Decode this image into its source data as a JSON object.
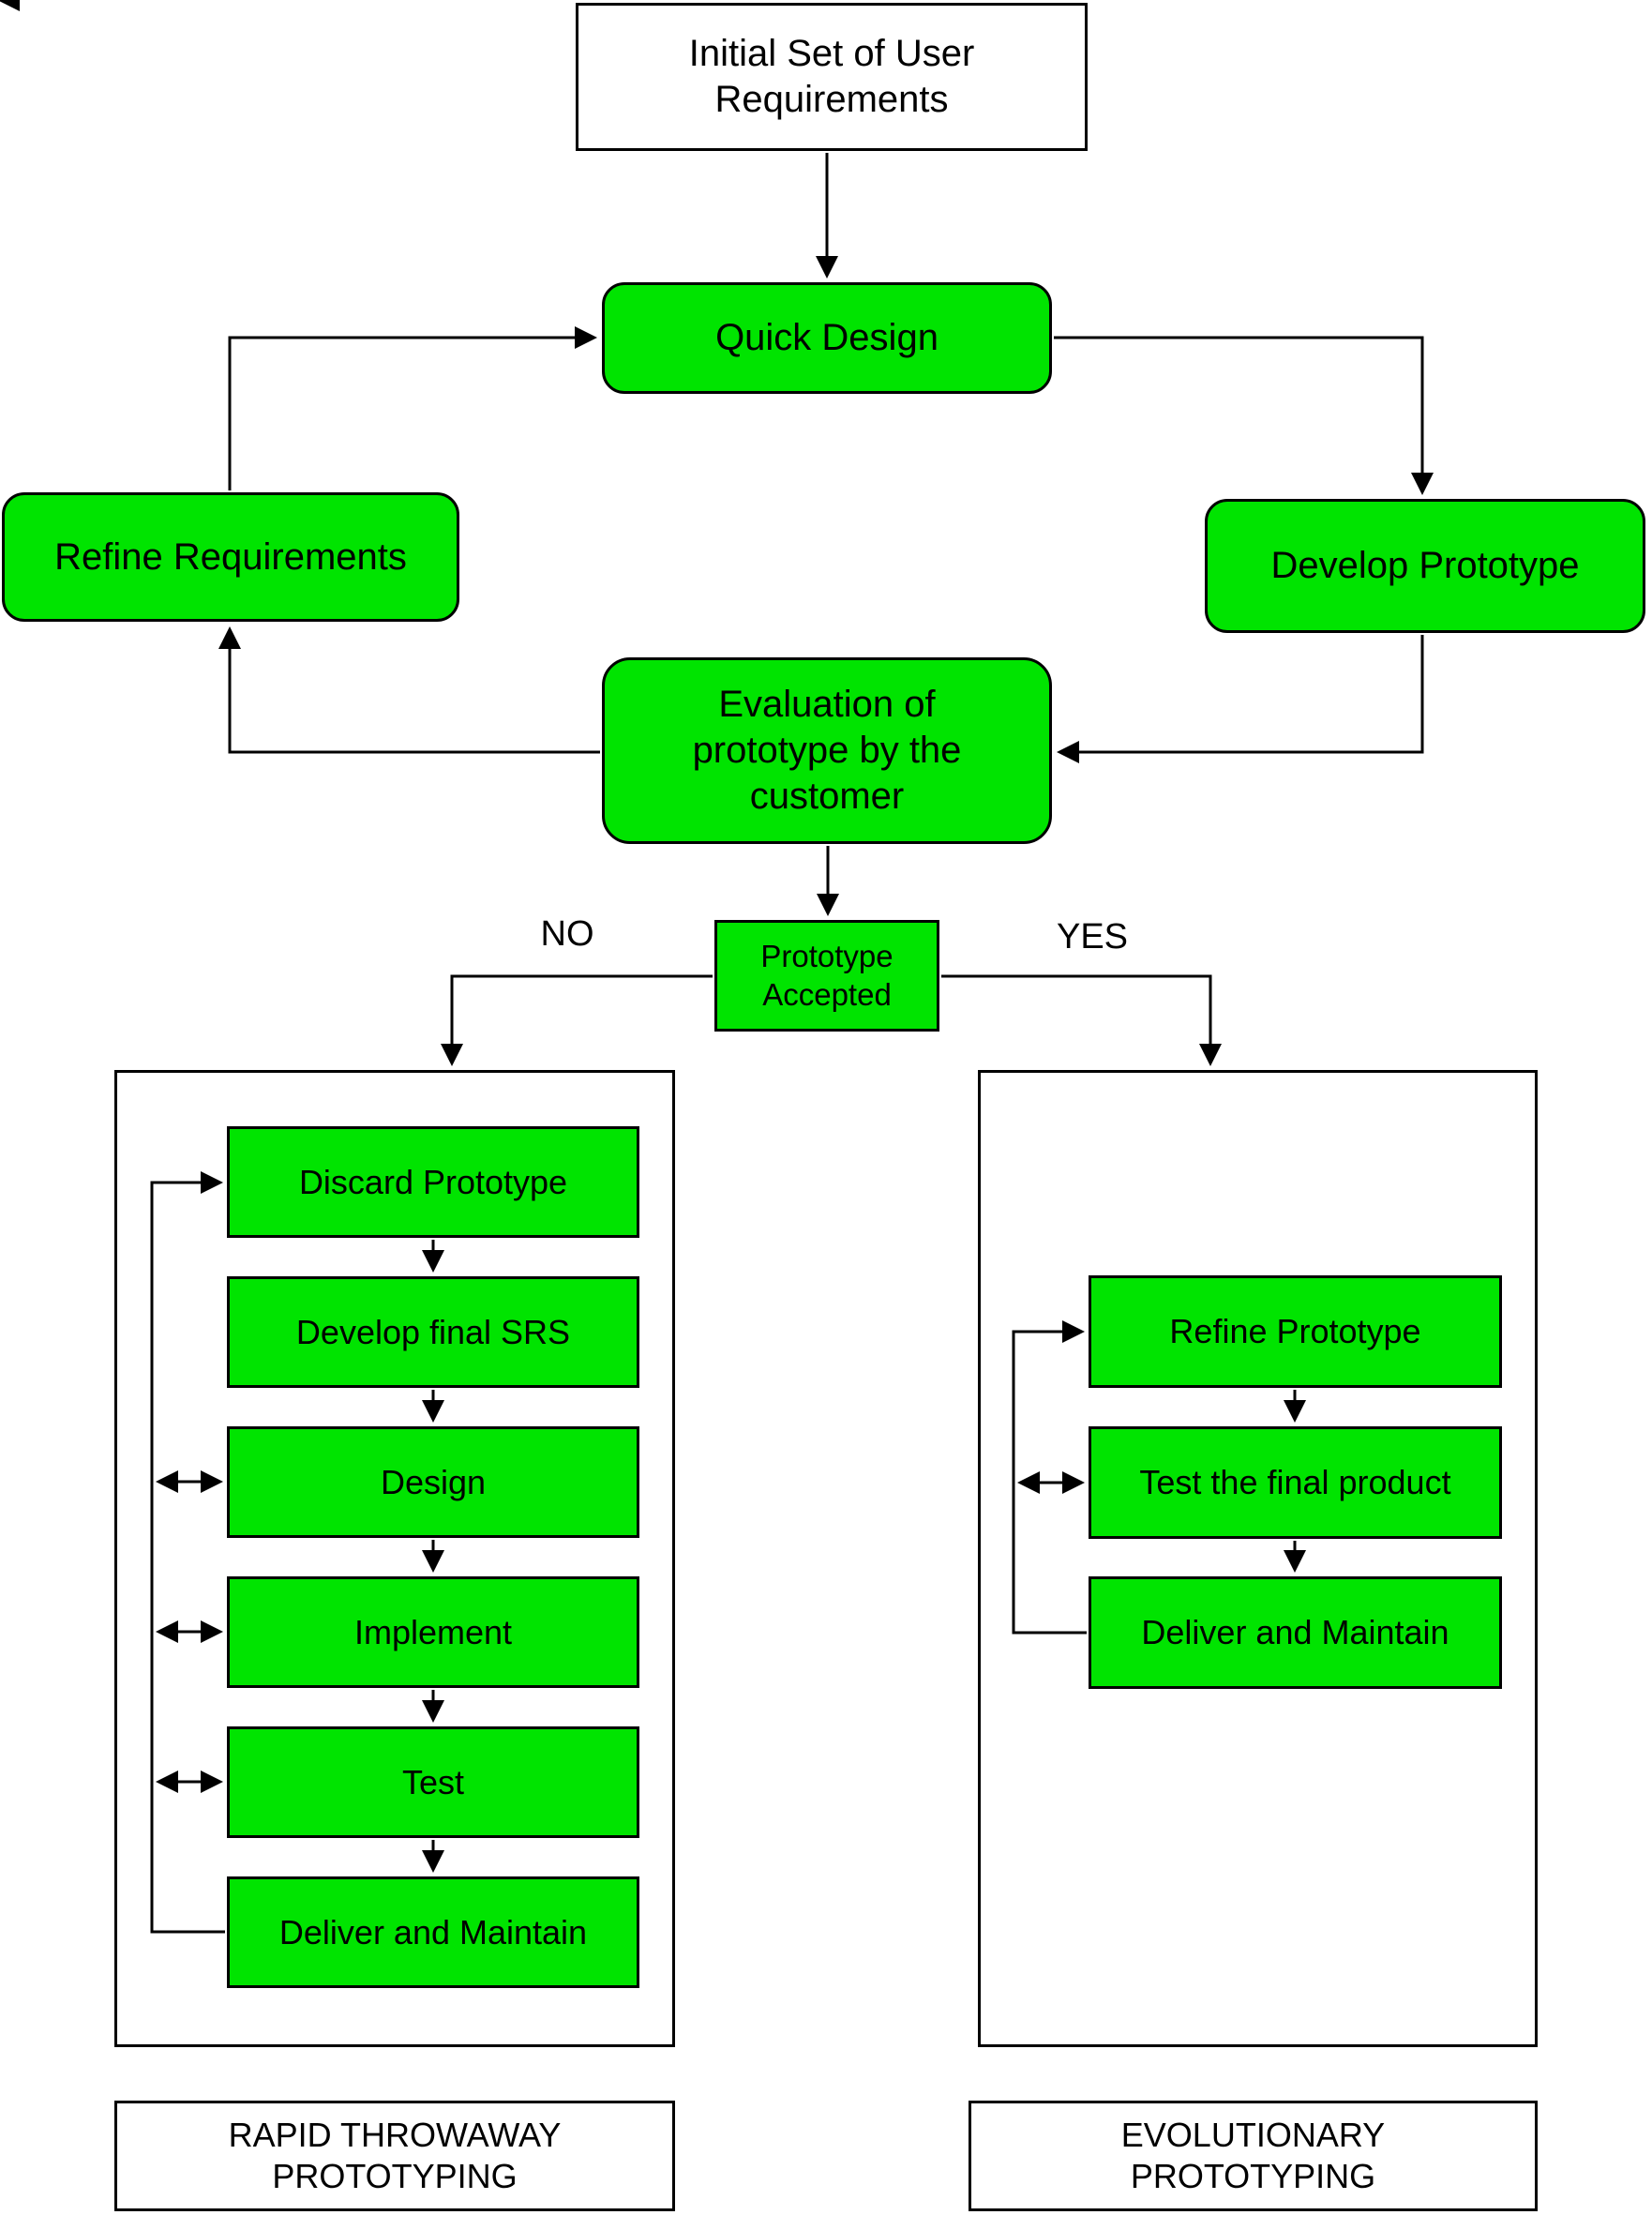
{
  "diagram": {
    "initial_box": "Initial Set of User Requirements",
    "quick_design": "Quick Design",
    "refine_requirements": "Refine Requirements",
    "develop_prototype": "Develop Prototype",
    "evaluation": "Evaluation of prototype by the customer",
    "prototype_accepted": "Prototype Accepted",
    "decision_no": "NO",
    "decision_yes": "YES",
    "left_panel": {
      "steps": [
        "Discard Prototype",
        "Develop final SRS",
        "Design",
        "Implement",
        "Test",
        "Deliver and Maintain"
      ],
      "caption": "RAPID THROWAWAY PROTOTYPING"
    },
    "right_panel": {
      "steps": [
        "Refine Prototype",
        "Test the final product",
        "Deliver and Maintain"
      ],
      "caption": "EVOLUTIONARY PROTOTYPING"
    },
    "colors": {
      "node_fill": "#00e400",
      "line": "#000000",
      "background": "#ffffff"
    }
  }
}
